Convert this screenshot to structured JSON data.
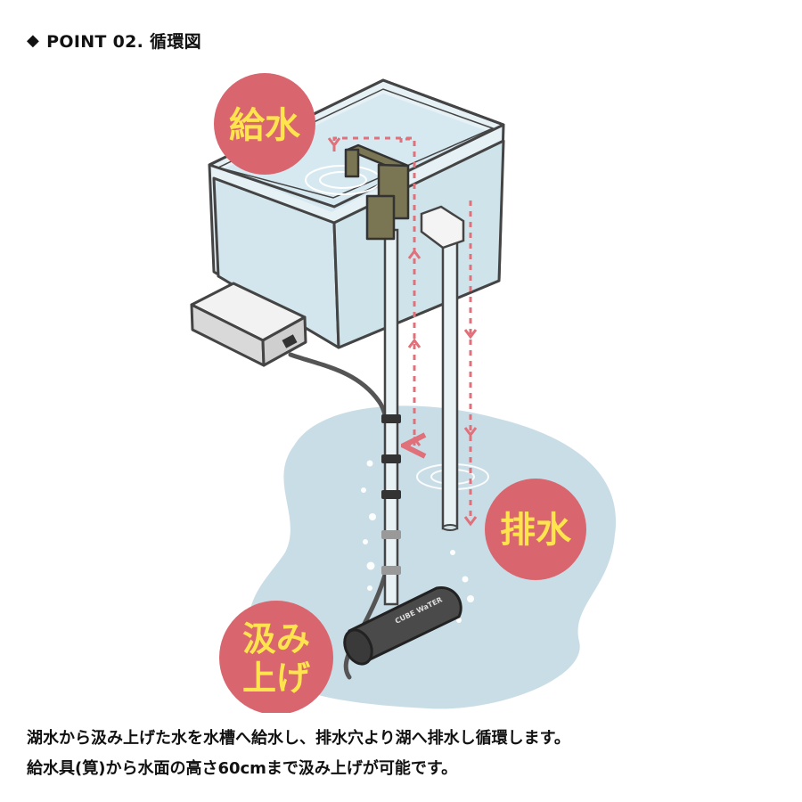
{
  "header": {
    "marker_icon": "diamond-icon",
    "title": "POINT 02. 循環図"
  },
  "labels": {
    "supply": "給水",
    "drain": "排水",
    "pump_line1": "汲み",
    "pump_line2": "上げ",
    "pump_brand": "CUBE WaTER"
  },
  "caption": {
    "line1": "湖水から汲み上げた水を水槽へ給水し、排水穴より湖へ排水し循環します。",
    "line2": "給水具(筧)から水面の高さ60cmまで汲み上げが可能です。"
  },
  "colors": {
    "badge": "#d9666e",
    "badge_text": "#ffe44d",
    "lake": "#c9dde6",
    "water": "#dcecf2",
    "tank_outline": "#444444",
    "flow_arrow": "#e0707a",
    "pipe_fitting": "#7a7553"
  }
}
